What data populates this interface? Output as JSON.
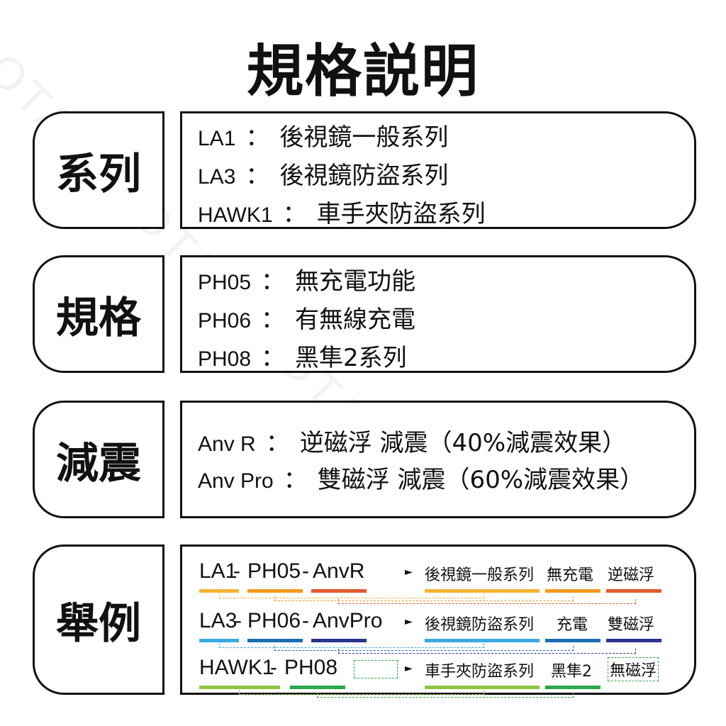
{
  "title": "規格説明",
  "watermark": "OTAOTAOTAOTAOTA",
  "sections": [
    {
      "label": "系列",
      "lines": [
        {
          "code": "LA1",
          "sep": "：",
          "desc": "後視鏡一般系列"
        },
        {
          "code": "LA3",
          "sep": "：",
          "desc": "後視鏡防盜系列"
        },
        {
          "code": "HAWK1",
          "sep": "：",
          "desc": "車手夾防盜系列"
        }
      ]
    },
    {
      "label": "規格",
      "lines": [
        {
          "code": "PH05",
          "sep": "：",
          "desc": "無充電功能"
        },
        {
          "code": "PH06",
          "sep": "：",
          "desc": "有無線充電"
        },
        {
          "code": "PH08",
          "sep": "：",
          "desc": "黑隼2系列"
        }
      ]
    },
    {
      "label": "減震",
      "lines": [
        {
          "code": "Anv R",
          "sep": "：",
          "desc": "逆磁浮 減震（40%減震效果）"
        },
        {
          "code": "Anv Pro",
          "sep": "：",
          "desc": "雙磁浮 減震（60%減震效果）"
        }
      ]
    },
    {
      "label": "舉例",
      "examples": [
        {
          "parts": [
            "LA1",
            "-",
            "PH05",
            "-",
            "AnvR"
          ],
          "arrow": "►",
          "meanings": [
            "後視鏡一般系列",
            "無充電",
            "逆磁浮"
          ],
          "colors": [
            "#f5b335",
            "#f19a1a",
            "#e4572e"
          ]
        },
        {
          "parts": [
            "LA3",
            "-",
            "PH06",
            "-",
            "AnvPro"
          ],
          "arrow": "►",
          "meanings": [
            "後視鏡防盜系列",
            "充電",
            "雙磁浮"
          ],
          "colors": [
            "#3aa9e0",
            "#1b6db3",
            "#2a3590"
          ]
        },
        {
          "parts": [
            "HAWK1",
            "-",
            "PH08",
            "",
            ""
          ],
          "arrow": "►",
          "meanings": [
            "車手夾防盜系列",
            "黑隼2",
            "無磁浮"
          ],
          "colors": [
            "#8cc63f",
            "#2aa84a",
            "#2aa84a"
          ]
        }
      ]
    }
  ]
}
